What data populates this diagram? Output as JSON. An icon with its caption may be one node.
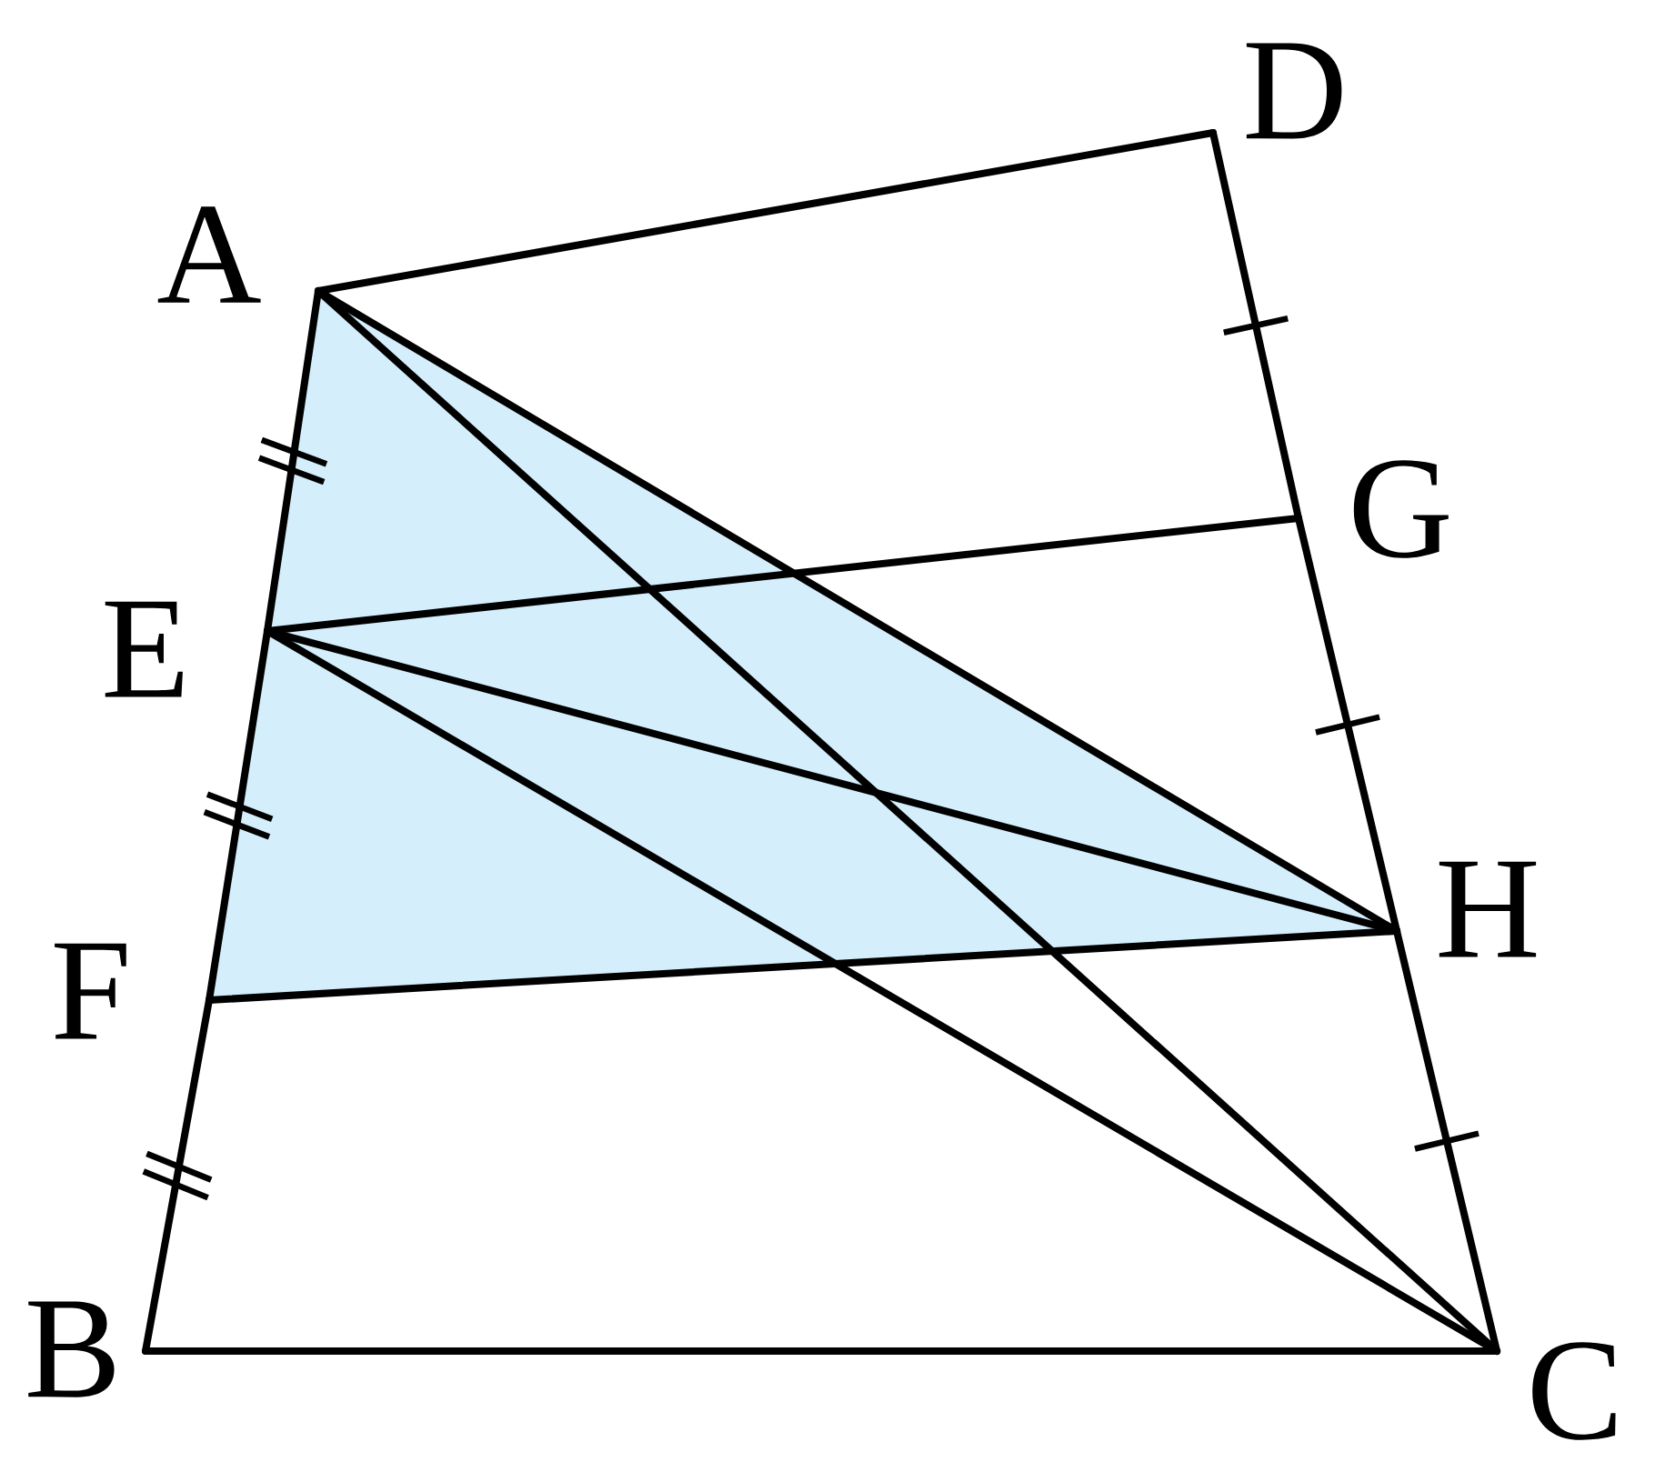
{
  "diagram": {
    "nodes": [
      {
        "text": [
          "A"
        ]
      },
      {
        "text": [
          "D"
        ]
      },
      {
        "text": [
          "G"
        ]
      },
      {
        "text": [
          "E"
        ]
      },
      {
        "text": [
          "H"
        ]
      },
      {
        "text": [
          "F"
        ]
      },
      {
        "text": [
          "B"
        ]
      },
      {
        "text": [
          "C"
        ]
      }
    ],
    "edges": [
      {
        "from": 0,
        "to": 1,
        "arrow": "none"
      },
      {
        "from": 0,
        "to": 3,
        "arrow": "none"
      },
      {
        "from": 3,
        "to": 5,
        "arrow": "none"
      },
      {
        "from": 5,
        "to": 6,
        "arrow": "none"
      },
      {
        "from": 1,
        "to": 2,
        "arrow": "none"
      },
      {
        "from": 2,
        "to": 4,
        "arrow": "none"
      },
      {
        "from": 4,
        "to": 7,
        "arrow": "none"
      },
      {
        "from": 6,
        "to": 7,
        "arrow": "none"
      },
      {
        "from": 3,
        "to": 2,
        "arrow": "none"
      },
      {
        "from": 0,
        "to": 4,
        "arrow": "none"
      },
      {
        "from": 0,
        "to": 7,
        "arrow": "none"
      },
      {
        "from": 3,
        "to": 4,
        "arrow": "none"
      },
      {
        "from": 3,
        "to": 7,
        "arrow": "none"
      },
      {
        "from": 5,
        "to": 4,
        "arrow": "none"
      }
    ]
  }
}
